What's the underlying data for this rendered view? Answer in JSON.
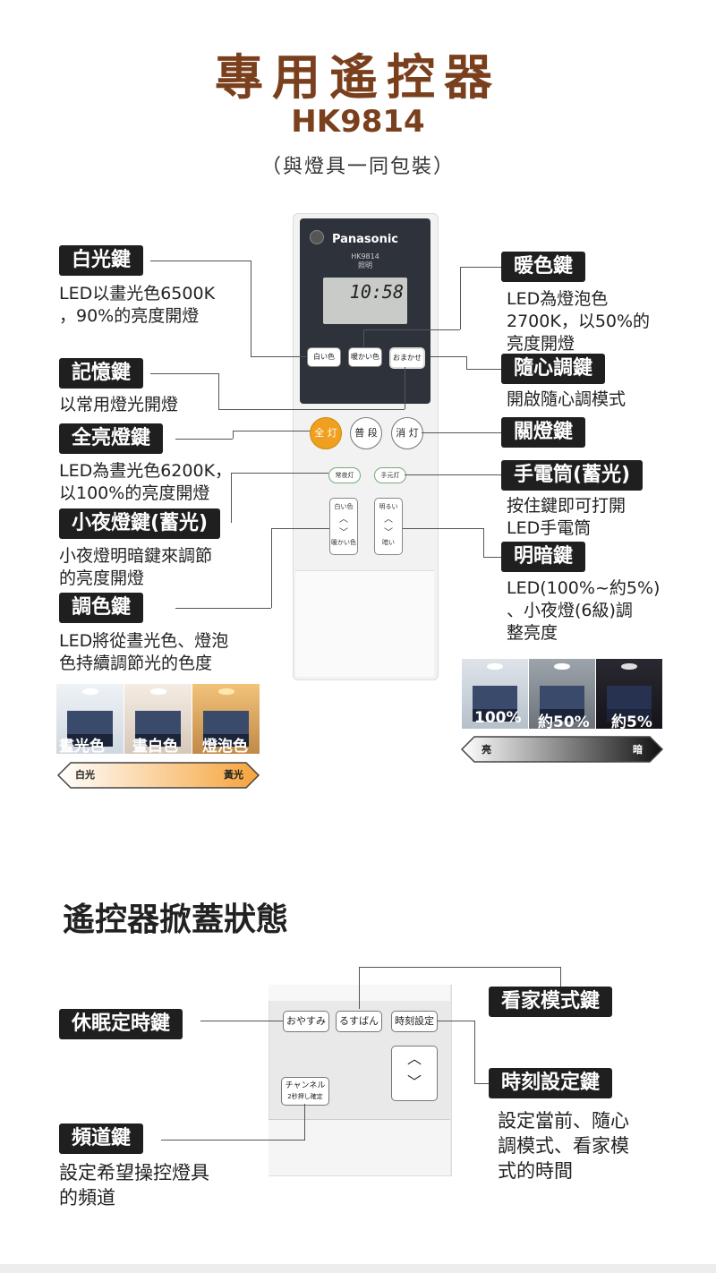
{
  "header": {
    "title": "專用遙控器",
    "model": "HK9814",
    "subtitle": "（與燈具一同包裝）"
  },
  "remote": {
    "brand": "Panasonic",
    "model": "HK9814",
    "model_sub": "照明",
    "clock": "10:58",
    "btn_white": "白い色",
    "btn_warm": "暖かい色",
    "btn_omakase": "おまかせ",
    "btn_full": "全 灯",
    "btn_normal": "普 段",
    "btn_off": "消 灯",
    "btn_night": "常夜灯",
    "btn_torch": "手元灯",
    "rock_left_top": "白い色",
    "rock_left_bottom": "暖かい色",
    "rock_right_top": "明るい",
    "rock_right_bottom": "暗い"
  },
  "left_keys": [
    {
      "tag": "白光鍵",
      "desc": "LED以畫光色6500K\n，90%的亮度開燈"
    },
    {
      "tag": "記憶鍵",
      "desc": "以常用燈光開燈"
    },
    {
      "tag": "全亮燈鍵",
      "desc": "LED為晝光色6200K，\n以100%的亮度開燈"
    },
    {
      "tag": "小夜燈鍵(蓄光)",
      "desc": "小夜燈明暗鍵來調節\n的亮度開燈"
    },
    {
      "tag": "調色鍵",
      "desc": "LED將從晝光色、燈泡\n色持續調節光的色度"
    }
  ],
  "right_keys": [
    {
      "tag": "暖色鍵",
      "desc": "LED為燈泡色\n2700K，以50%的\n亮度開燈"
    },
    {
      "tag": "隨心調鍵",
      "desc": "開啟隨心調模式"
    },
    {
      "tag": "關燈鍵",
      "desc": ""
    },
    {
      "tag": "手電筒(蓄光)",
      "desc": "按住鍵即可打開\nLED手電筒"
    },
    {
      "tag": "明暗鍵",
      "desc": "LED(100%~約5%)\n、小夜燈(6級)調\n整亮度"
    }
  ],
  "color_photos": {
    "labels": [
      "晝光色",
      "晝白色",
      "燈泡色"
    ],
    "bar_left": "白光",
    "bar_right": "黃光"
  },
  "bright_photos": {
    "labels": [
      "100%",
      "約50%",
      "約5%"
    ],
    "bar_left": "亮",
    "bar_right": "暗"
  },
  "section2": {
    "title": "遙控器掀蓋狀態",
    "panel": {
      "btn_sleep": "おやすみ",
      "btn_away": "るすばん",
      "btn_time": "時刻設定",
      "btn_channel": "チャンネル",
      "btn_channel_sub": "2秒押し確定"
    },
    "keys": {
      "sleep": "休眠定時鍵",
      "home": "看家模式鍵",
      "time": "時刻設定鍵",
      "time_desc": "設定當前、隨心\n調模式、看家模\n式的時間",
      "channel": "頻道鍵",
      "channel_desc": "設定希望操控燈具\n的頻道"
    }
  },
  "colors": {
    "title": "#7a3f1c",
    "tag_bg": "#1f1f1f",
    "remote_top": "#2e323a",
    "full_btn": "#f0a020"
  }
}
